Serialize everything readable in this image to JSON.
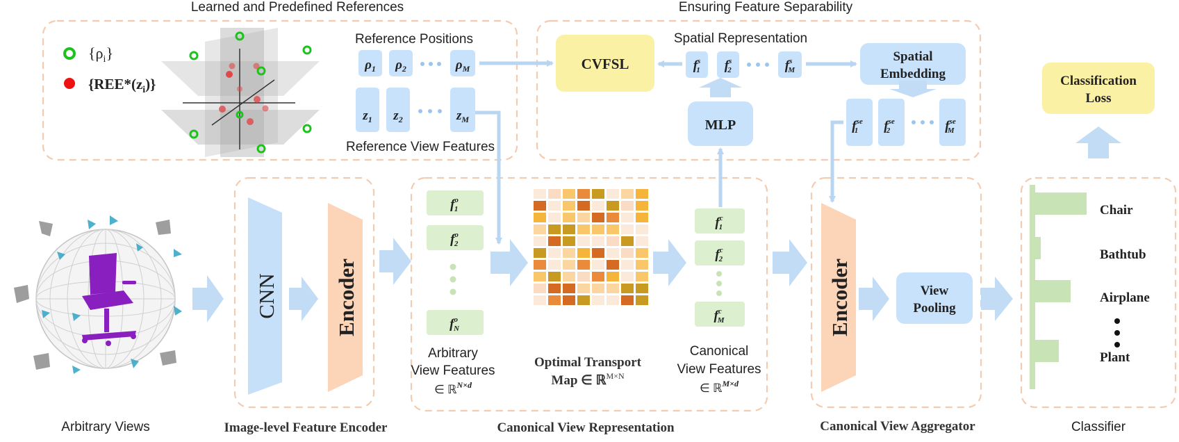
{
  "top_left": {
    "title": "Learned and Predefined References",
    "legend_rho_text": "{ρ",
    "legend_rho_sub": "i",
    "legend_rho_close": "}",
    "legend_ree_text": "{REE*(z",
    "legend_ree_sub": "i",
    "legend_ree_close": ")}",
    "ref_positions_label": "Reference Positions",
    "rho_1": "ρ",
    "rho_1_sub": "1",
    "rho_2": "ρ",
    "rho_2_sub": "2",
    "rho_M": "ρ",
    "rho_M_sub": "M",
    "z_1": "z",
    "z_1_sub": "1",
    "z_2": "z",
    "z_2_sub": "2",
    "z_M": "z",
    "z_M_sub": "M",
    "ref_view_features_label": "Reference View Features"
  },
  "top_right": {
    "title": "Ensuring Feature Separability",
    "cvfsl": "CVFSL",
    "spatial_rep_label": "Spatial Representation",
    "f1s": "f",
    "f1s_sup": "s",
    "f1s_sub": "1",
    "f2s": "f",
    "f2s_sup": "s",
    "f2s_sub": "2",
    "fMs": "f",
    "fMs_sup": "s",
    "fMs_sub": "M",
    "spatial_embedding_1": "Spatial",
    "spatial_embedding_2": "Embedding",
    "mlp": "MLP",
    "f1se": "f",
    "f1se_sup": "se",
    "f1se_sub": "1",
    "f2se": "f",
    "f2se_sup": "se",
    "f2se_sub": "2",
    "fMse": "f",
    "fMse_sup": "se",
    "fMse_sub": "M"
  },
  "classification_loss_1": "Classification",
  "classification_loss_2": "Loss",
  "arbitrary_views_label": "Arbitrary Views",
  "encoder_section": {
    "cnn": "CNN",
    "encoder": "Encoder",
    "label": "Image-level Feature Encoder"
  },
  "canonical_rep": {
    "f1o": "f",
    "f1o_sup": "o",
    "f1o_sub": "1",
    "f2o": "f",
    "f2o_sup": "o",
    "f2o_sub": "2",
    "fNo": "f",
    "fNo_sup": "o",
    "fNo_sub": "N",
    "arbitrary_line1": "Arbitrary",
    "arbitrary_line2": "View Features",
    "arbitrary_line3": "∈ ℝ",
    "arbitrary_line3_sup": "N×d",
    "ot_line1": "Optimal Transport",
    "ot_line2": "Map ∈ ℝ",
    "ot_line2_sup": "M×N",
    "f1c": "f",
    "f1c_sup": "c",
    "f1c_sub": "1",
    "f2c": "f",
    "f2c_sup": "c",
    "f2c_sub": "2",
    "fMc": "f",
    "fMc_sup": "c",
    "fMc_sub": "M",
    "canonical_line1": "Canonical",
    "canonical_line2": "View Features",
    "canonical_line3": "∈ ℝ",
    "canonical_line3_sup": "M×d",
    "label": "Canonical View Representation"
  },
  "aggregator": {
    "encoder": "Encoder",
    "view_pooling_1": "View",
    "view_pooling_2": "Pooling",
    "label": "Canonical View Aggregator"
  },
  "classifier": {
    "label": "Classifier",
    "classes": [
      "Chair",
      "Bathtub",
      "Airplane",
      "Plant"
    ],
    "class_scores": [
      0.78,
      0.12,
      0.55,
      0.38
    ]
  },
  "colors": {
    "dashed_border": "#f3cbb0",
    "blue_box": "#c9e2fb",
    "arrow_blue": "#c2dcf5",
    "yellow_box": "#fbf1a4",
    "green_box": "#dcf0cf",
    "encoder_orange": "#fcd4b8",
    "cnn_blue": "#c6e0f9",
    "bar_green": "#c8e3b5"
  }
}
